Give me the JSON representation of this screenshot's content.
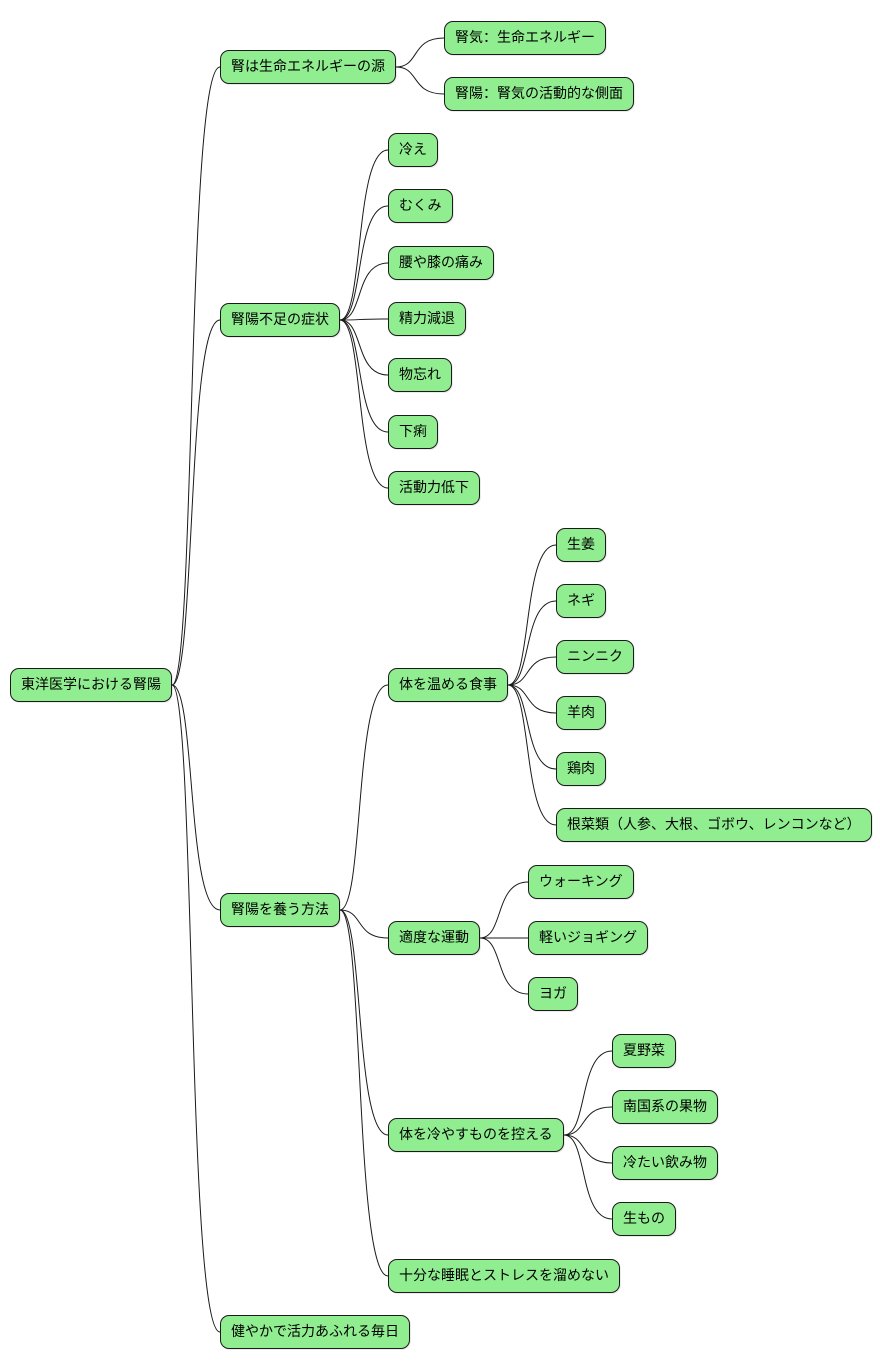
{
  "colors": {
    "node_fill": "#90ee90",
    "node_border": "#1b1b1b",
    "edge": "#1a1a1a"
  },
  "mindmap": {
    "root": "東洋医学における腎陽",
    "source": {
      "label": "腎は生命エネルギーの源",
      "items": [
        "腎気：生命エネルギー",
        "腎陽：腎気の活動的な側面"
      ]
    },
    "symptoms": {
      "label": "腎陽不足の症状",
      "items": [
        "冷え",
        "むくみ",
        "腰や膝の痛み",
        "精力減退",
        "物忘れ",
        "下痢",
        "活動力低下"
      ]
    },
    "methods": {
      "label": "腎陽を養う方法",
      "food": {
        "label": "体を温める食事",
        "items": [
          "生姜",
          "ネギ",
          "ニンニク",
          "羊肉",
          "鶏肉",
          "根菜類（人参、大根、ゴボウ、レンコンなど）"
        ]
      },
      "exercise": {
        "label": "適度な運動",
        "items": [
          "ウォーキング",
          "軽いジョギング",
          "ヨガ"
        ]
      },
      "avoid": {
        "label": "体を冷やすものを控える",
        "items": [
          "夏野菜",
          "南国系の果物",
          "冷たい飲み物",
          "生もの"
        ]
      },
      "sleep": "十分な睡眠とストレスを溜めない"
    },
    "result": "健やかで活力あふれる毎日"
  }
}
